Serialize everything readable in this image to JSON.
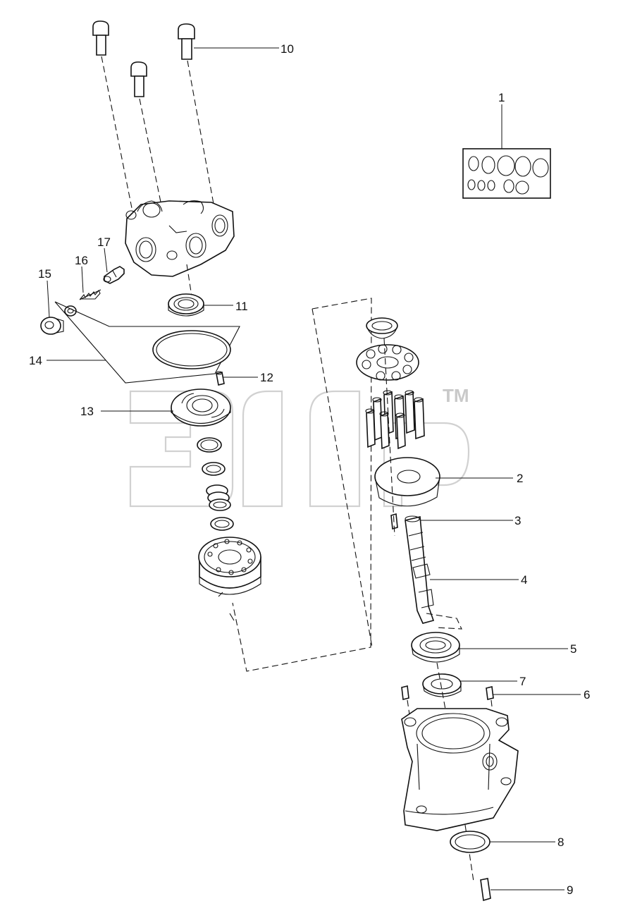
{
  "callouts": {
    "c1": "1",
    "c2": "2",
    "c3": "3",
    "c4": "4",
    "c5": "5",
    "c6": "6",
    "c7": "7",
    "c8": "8",
    "c9": "9",
    "c10": "10",
    "c11": "11",
    "c12": "12",
    "c13": "13",
    "c14": "14",
    "c15": "15",
    "c16": "16",
    "c17": "17"
  },
  "watermark": {
    "trademark": "TM"
  },
  "colors": {
    "line": "#111111",
    "watermark": "#c9c9c9",
    "background": "#ffffff"
  }
}
